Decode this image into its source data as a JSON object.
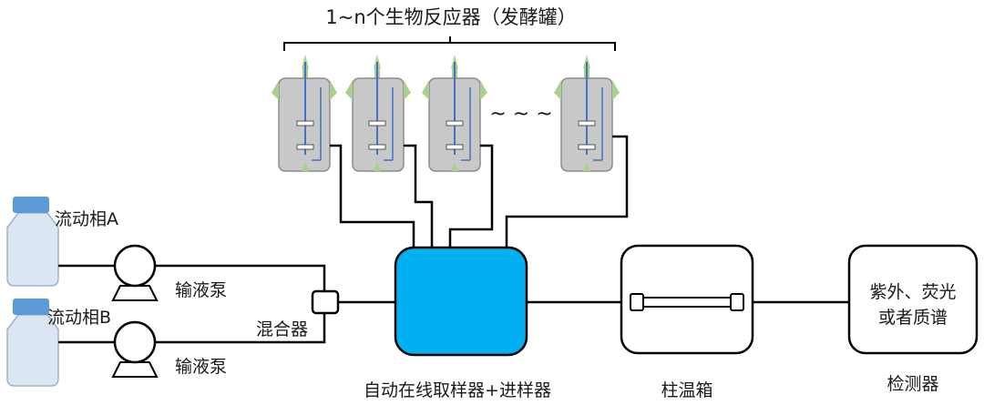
{
  "diagram": {
    "bioreactor_group_label": "1~n个生物反应器（发酵罐）",
    "ellipsis": "~ ~ ~",
    "mobile_phase_a": "流动相A",
    "mobile_phase_b": "流动相B",
    "pump_a_label": "输液泵",
    "pump_b_label": "输液泵",
    "mixer_label": "混合器",
    "autosampler_label": "自动在线取样器+进样器",
    "column_oven_label": "柱温箱",
    "detector_text_line1": "紫外、荧光",
    "detector_text_line2": "或者质谱",
    "detector_label": "检测器"
  },
  "colors": {
    "autosampler_fill": "#00b0f0",
    "bottle_cap": "#5b9bd5",
    "bottle_body": "#dce6f2",
    "reactor_body": "#c8c8c8",
    "reactor_arrow": "#a9d18e",
    "line": "#000000"
  }
}
